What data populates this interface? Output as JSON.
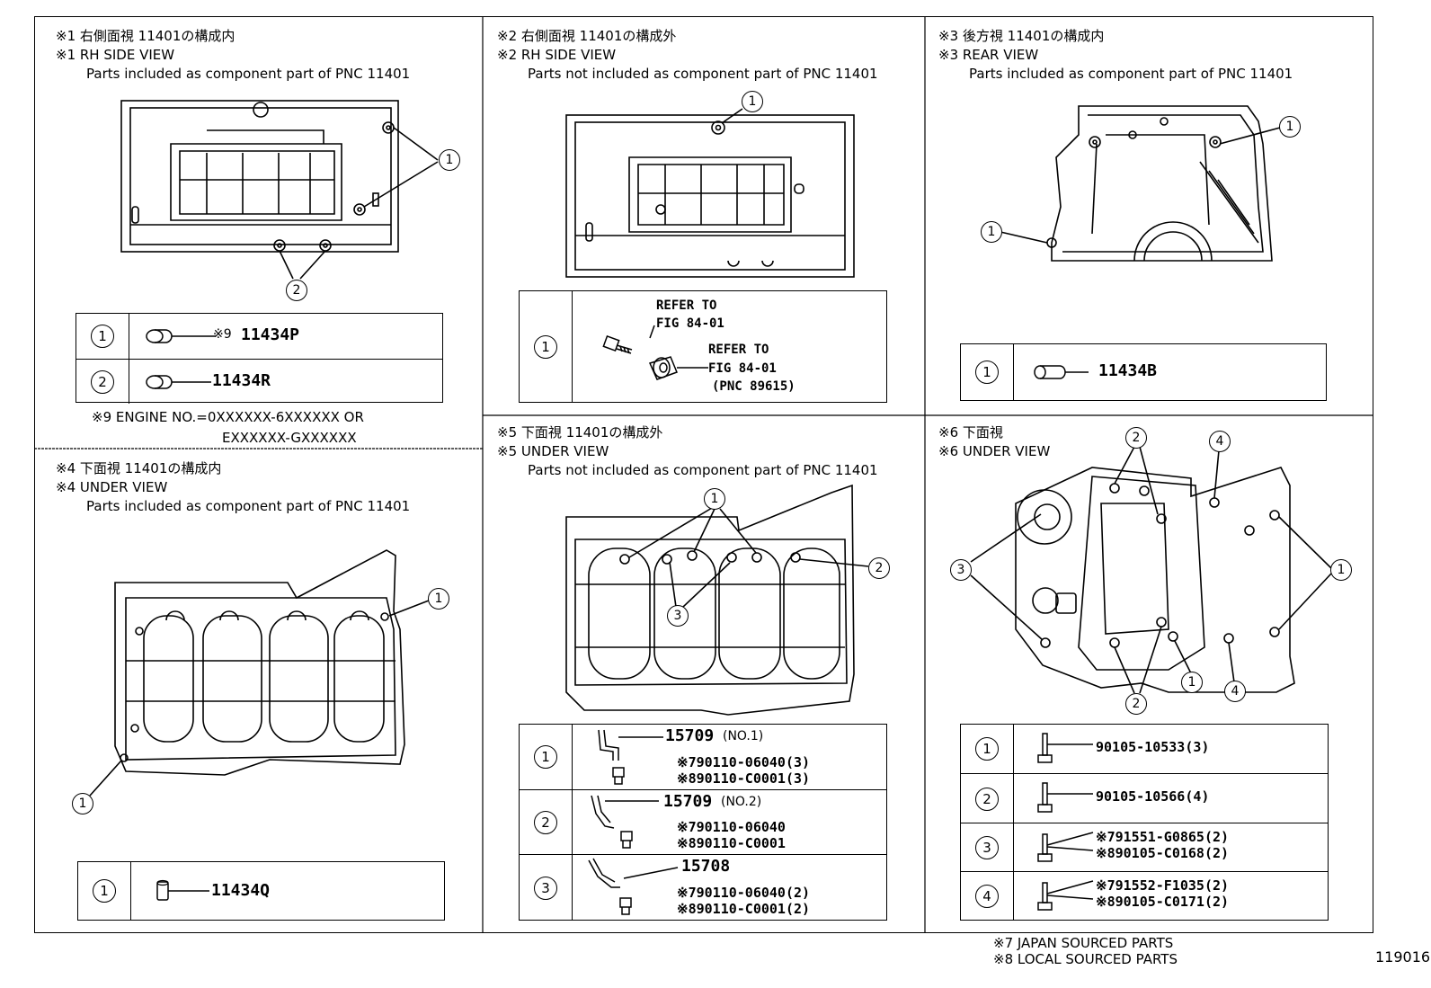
{
  "panels": {
    "p1": {
      "l1": "※1 右側面視 11401の構成内",
      "l2": "※1 RH SIDE VIEW",
      "l3": "Parts included as component part of PNC 11401",
      "rows": [
        {
          "num": "1",
          "pn": "11434P",
          "mark": "※9"
        },
        {
          "num": "2",
          "pn": "11434R"
        }
      ],
      "note1": "※9 ENGINE NO.=0XXXXXX-6XXXXXX OR",
      "note2": "EXXXXXX-GXXXXXX",
      "callouts": [
        "1",
        "2"
      ]
    },
    "p2": {
      "l1": "※2 右側面視 11401の構成外",
      "l2": "※2 RH SIDE VIEW",
      "l3": "Parts not included as component part of PNC 11401",
      "row": {
        "num": "1",
        "r1": "REFER TO",
        "r2": "FIG 84-01",
        "r3": "REFER TO",
        "r4": "FIG 84-01",
        "r5": "(PNC 89615)"
      },
      "callouts": [
        "1"
      ]
    },
    "p3": {
      "l1": "※3 後方視 11401の構成内",
      "l2": "※3 REAR VIEW",
      "l3": "Parts included as component part of PNC 11401",
      "row": {
        "num": "1",
        "pn": "11434B"
      },
      "callouts": [
        "1",
        "1"
      ]
    },
    "p4": {
      "l1": "※4 下面視 11401の構成内",
      "l2": "※4 UNDER VIEW",
      "l3": "Parts included as component part of PNC 11401",
      "row": {
        "num": "1",
        "pn": "11434Q"
      },
      "callouts": [
        "1",
        "1"
      ]
    },
    "p5": {
      "l1": "※5 下面視 11401の構成外",
      "l2": "※5 UNDER VIEW",
      "l3": "Parts not included as component part of PNC 11401",
      "rows": [
        {
          "num": "1",
          "pn": "15709",
          "tag": "(NO.1)",
          "a": "※790110-06040(3)",
          "b": "※890110-C0001(3)"
        },
        {
          "num": "2",
          "pn": "15709",
          "tag": "(NO.2)",
          "a": "※790110-06040",
          "b": "※890110-C0001"
        },
        {
          "num": "3",
          "pn": "15708",
          "tag": "",
          "a": "※790110-06040(2)",
          "b": "※890110-C0001(2)"
        }
      ],
      "callouts": [
        "1",
        "2",
        "3"
      ]
    },
    "p6": {
      "l1": "※6 下面視",
      "l2": "※6 UNDER VIEW",
      "rows": [
        {
          "num": "1",
          "a": "90105-10533(3)",
          "b": ""
        },
        {
          "num": "2",
          "a": "90105-10566(4)",
          "b": ""
        },
        {
          "num": "3",
          "a": "※791551-G0865(2)",
          "b": "※890105-C0168(2)"
        },
        {
          "num": "4",
          "a": "※791552-F1035(2)",
          "b": "※890105-C0171(2)"
        }
      ],
      "callouts": [
        "2",
        "4",
        "3",
        "1",
        "1",
        "2",
        "4"
      ]
    }
  },
  "footer": {
    "f1": "※7 JAPAN SOURCED PARTS",
    "f2": "※8 LOCAL SOURCED PARTS",
    "code": "119016"
  }
}
